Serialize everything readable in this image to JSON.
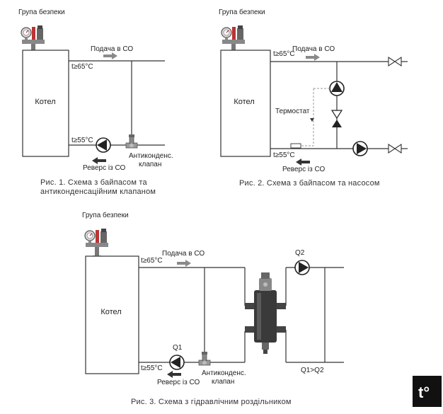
{
  "figure1": {
    "safety_group": "Група безпеки",
    "boiler": "Котел",
    "supply": "Подача в СО",
    "t_high": "t≥65°C",
    "t_low": "t≥55°C",
    "return": "Реверс із СО",
    "valve_line1": "Антиконденс.",
    "valve_line2": "клапан",
    "caption_line1": "Рис. 1. Схема з байпасом та",
    "caption_line2": "антиконденсаційним клапаном"
  },
  "figure2": {
    "safety_group": "Група безпеки",
    "boiler": "Котел",
    "supply": "Подача в СО",
    "t_high": "t≥65°C",
    "t_low": "t≥55°C",
    "return": "Реверс із СО",
    "thermostat": "Термостат",
    "caption": "Рис. 2. Схема з байпасом та насосом"
  },
  "figure3": {
    "safety_group": "Група безпеки",
    "boiler": "Котел",
    "supply": "Подача в СО",
    "t_high": "t≥65°C",
    "t_low": "t≥55°C",
    "return": "Реверс із СО",
    "valve_line1": "Антиконденс.",
    "valve_line2": "клапан",
    "pump_q1": "Q1",
    "pump_q2": "Q2",
    "flow_relation": "Q1>Q2",
    "caption": "Рис. 3. Схема з гідравлічним роздільником"
  },
  "logo_letter": "t°",
  "colors": {
    "pipe": "#333333",
    "arrow": "#888888",
    "return_arrow": "#333333",
    "logo_bg": "#111111"
  }
}
